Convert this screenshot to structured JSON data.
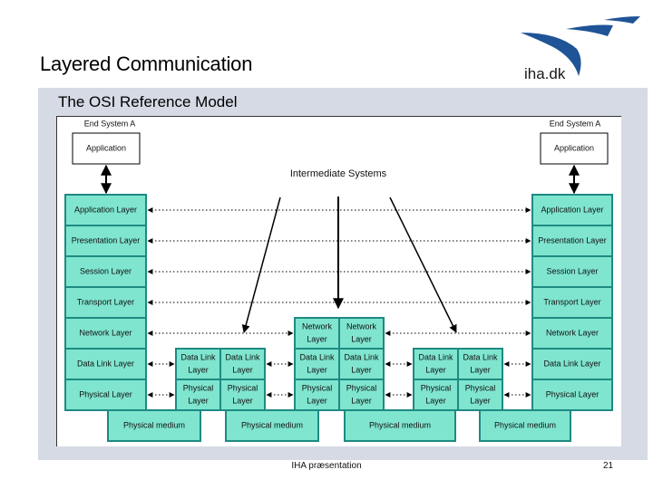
{
  "slide": {
    "title": "Layered Communication",
    "logo_text": "iha.dk",
    "footer_text": "IHA præsentation",
    "page_number": "21"
  },
  "panel": {
    "title": "The OSI Reference Model"
  },
  "diagram": {
    "colors": {
      "layer_fill": "#7fe5cf",
      "layer_stroke": "#1e8a82",
      "logo_blue": "#1f5496",
      "panel_bg": "#d5dae4"
    },
    "intermediate_label": "Intermediate Systems",
    "end_systems": [
      {
        "label": "End System A",
        "application_box": "Application",
        "layers": [
          "Application Layer",
          "Presentation Layer",
          "Session Layer",
          "Transport Layer",
          "Network Layer",
          "Data Link Layer",
          "Physical Layer"
        ]
      },
      {
        "label": "End System A",
        "application_box": "Application",
        "layers": [
          "Application Layer",
          "Presentation Layer",
          "Session Layer",
          "Transport Layer",
          "Network Layer",
          "Data Link Layer",
          "Physical Layer"
        ]
      }
    ],
    "intermediate_systems": [
      {
        "name": "switch-left",
        "cells": [
          [
            "Data Link",
            "Layer"
          ],
          [
            "Data Link",
            "Layer"
          ],
          [
            "Physical",
            "Layer"
          ],
          [
            "Physical",
            "Layer"
          ]
        ],
        "levels": 2
      },
      {
        "name": "router",
        "cells": [
          [
            "Network",
            "Layer"
          ],
          [
            "Network",
            "Layer"
          ],
          [
            "Data Link",
            "Layer"
          ],
          [
            "Data Link",
            "Layer"
          ],
          [
            "Physical",
            "Layer"
          ],
          [
            "Physical",
            "Layer"
          ]
        ],
        "levels": 3
      },
      {
        "name": "switch-right",
        "cells": [
          [
            "Data Link",
            "Layer"
          ],
          [
            "Data Link",
            "Layer"
          ],
          [
            "Physical",
            "Layer"
          ],
          [
            "Physical",
            "Layer"
          ]
        ],
        "levels": 2
      }
    ],
    "media": [
      "Physical medium",
      "Physical medium",
      "Physical medium",
      "Physical medium"
    ]
  }
}
